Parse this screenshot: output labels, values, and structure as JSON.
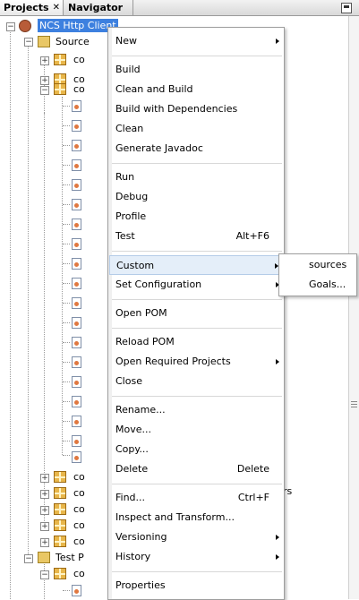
{
  "tabs": {
    "projects": "Projects",
    "projects_close": "✕",
    "navigator": "Navigator"
  },
  "tree": {
    "project": "NCS Http Client",
    "source_packages": "Source",
    "test_packages": "Test P",
    "package_prefix": "co",
    "behind_text": "rs"
  },
  "menu": {
    "new": "New",
    "build": "Build",
    "clean_and_build": "Clean and Build",
    "build_with_dependencies": "Build with Dependencies",
    "clean": "Clean",
    "generate_javadoc": "Generate Javadoc",
    "run": "Run",
    "debug": "Debug",
    "profile": "Profile",
    "test": "Test",
    "test_shortcut": "Alt+F6",
    "custom": "Custom",
    "set_configuration": "Set Configuration",
    "open_pom": "Open POM",
    "reload_pom": "Reload POM",
    "open_required_projects": "Open Required Projects",
    "close": "Close",
    "rename": "Rename...",
    "move": "Move...",
    "copy": "Copy...",
    "delete": "Delete",
    "delete_shortcut": "Delete",
    "find": "Find...",
    "find_shortcut": "Ctrl+F",
    "inspect_and_transform": "Inspect and Transform...",
    "versioning": "Versioning",
    "history": "History",
    "properties": "Properties"
  },
  "submenu": {
    "sources": "sources",
    "goals": "Goals..."
  },
  "colors": {
    "selection": "#3d80df",
    "menu_hover": "#e4eef9"
  }
}
